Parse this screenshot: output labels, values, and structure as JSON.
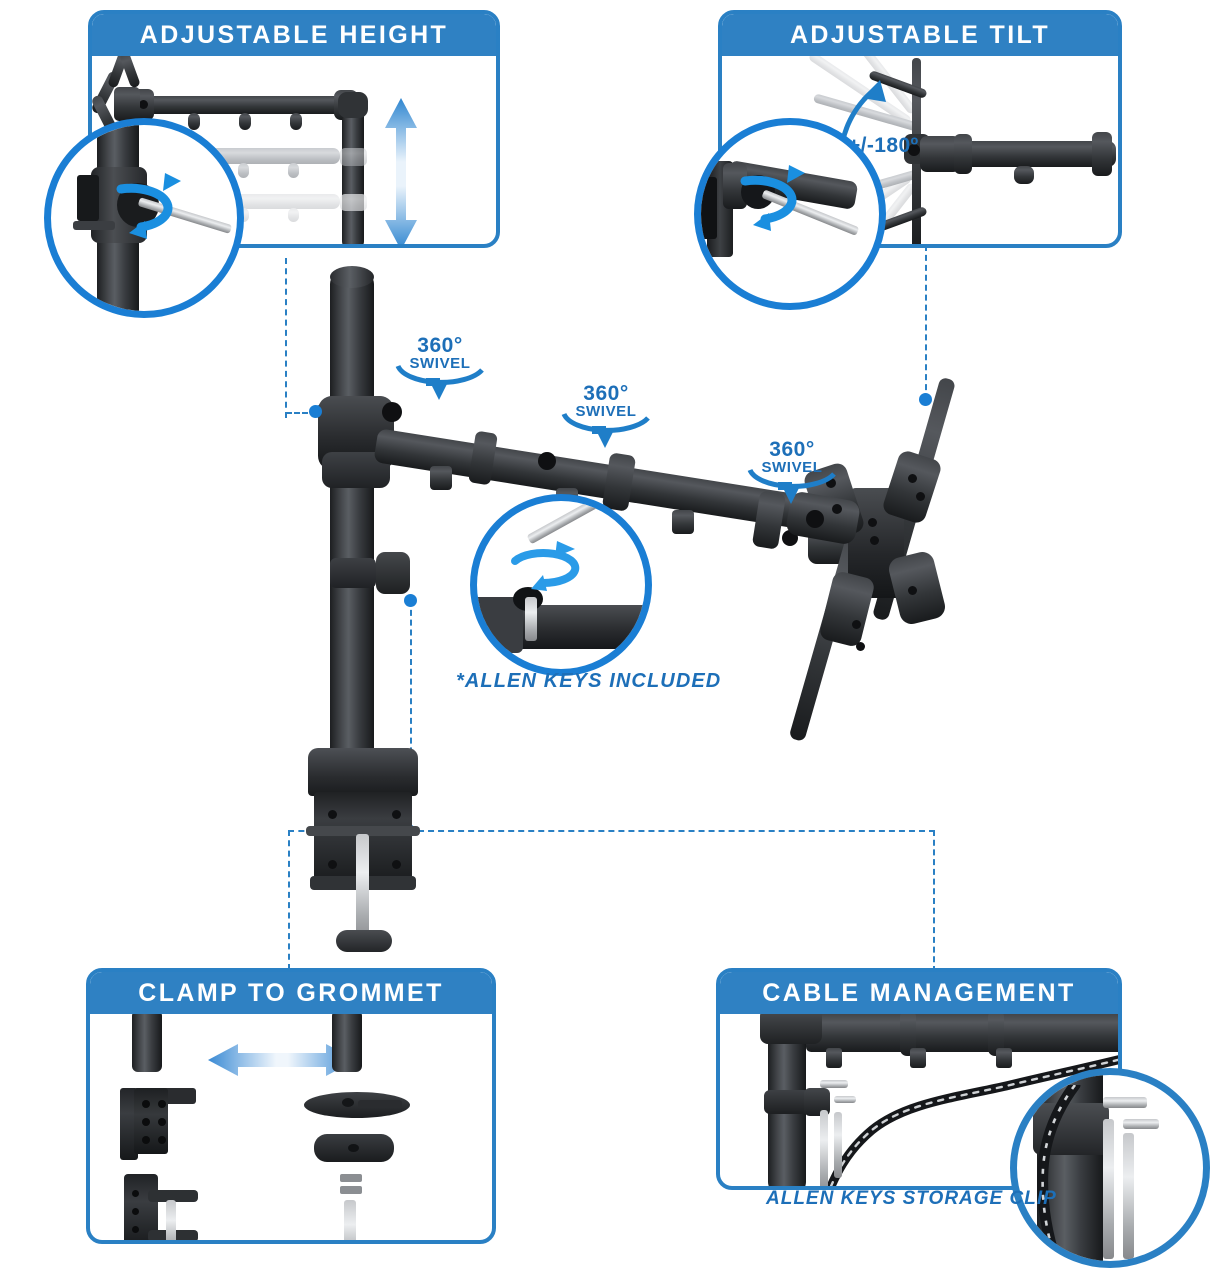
{
  "meta": {
    "kind": "product-feature-infographic",
    "product": "monitor desk mount arm",
    "background": "#ffffff",
    "accent_blue": "#2f81c3",
    "bright_blue": "#1a7ed4",
    "text_blue": "#1d6fb8",
    "part_black": "#2f3134"
  },
  "panels": [
    {
      "id": "adjustable-height",
      "title": "ADJUSTABLE HEIGHT"
    },
    {
      "id": "adjustable-tilt",
      "title": "ADJUSTABLE TILT"
    },
    {
      "id": "clamp-to-grommet",
      "title": "CLAMP TO GROMMET"
    },
    {
      "id": "cable-management",
      "title": "CABLE MANAGEMENT"
    }
  ],
  "tilt": {
    "range_label": "+/-180º"
  },
  "swivel_badges": [
    {
      "id": "swivel-pole",
      "degrees": "360°",
      "label": "SWIVEL"
    },
    {
      "id": "swivel-mid",
      "degrees": "360°",
      "label": "SWIVEL"
    },
    {
      "id": "swivel-head",
      "degrees": "360°",
      "label": "SWIVEL"
    }
  ],
  "captions": {
    "allen_keys_included": "*ALLEN KEYS INCLUDED",
    "allen_keys_storage_clip": "ALLEN KEYS STORAGE CLIP"
  }
}
